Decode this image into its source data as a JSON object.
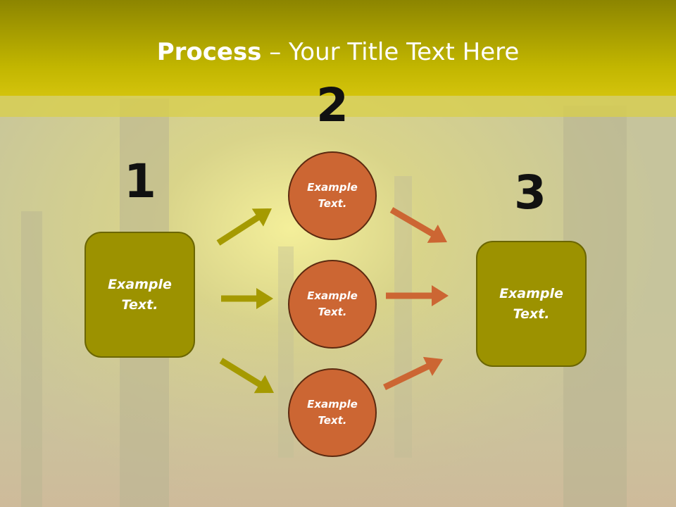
{
  "title": {
    "bold": "Process",
    "rest": " – Your Title Text Here"
  },
  "steps": [
    {
      "number": "1",
      "label": "Example\nText."
    },
    {
      "number": "2",
      "label": "Example\nText."
    },
    {
      "number": "3",
      "label": "Example\nText."
    }
  ],
  "circles": [
    {
      "label": "Example\nText."
    },
    {
      "label": "Example\nText."
    },
    {
      "label": "Example\nText."
    }
  ],
  "colors": {
    "header": "#b7a800",
    "box_fill": "#9c9200",
    "circle_fill": "#cc6633",
    "left_arrow": "#a59a00",
    "right_arrow": "#cc6633"
  }
}
